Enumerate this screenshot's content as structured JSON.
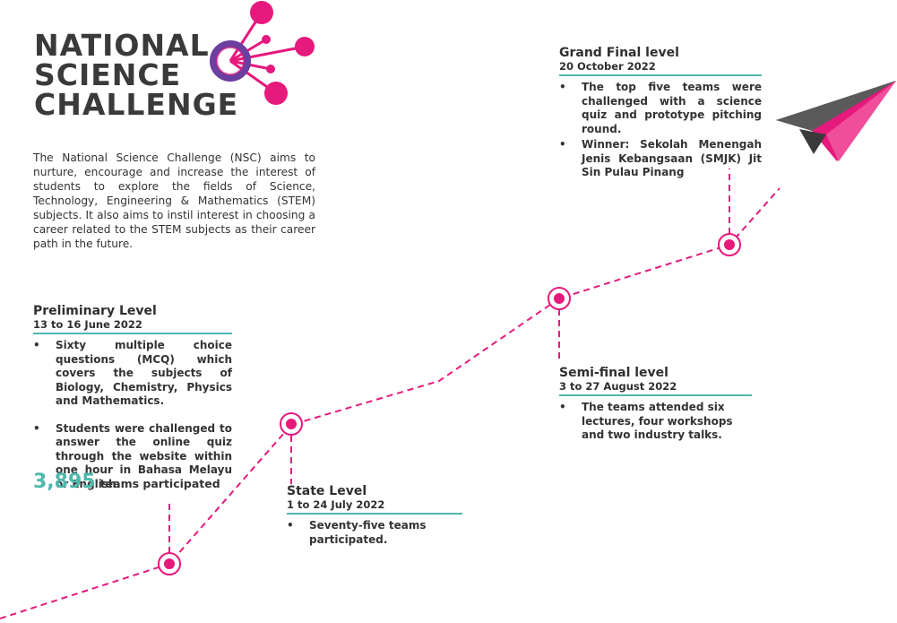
{
  "logo": {
    "line1": "NATIONAL",
    "line2": "SCIENCE",
    "line3": "CHALLENGE",
    "colors": {
      "text": "#3a3a3a",
      "magenta": "#e6197c",
      "purple": "#6a3fa0"
    }
  },
  "intro": "The National Science Challenge (NSC) aims to nurture, encourage and increase the interest of students to explore the fields of Science, Technology, Engineering & Mathematics (STEM) subjects. It also aims to instil interest in choosing a career related to the STEM subjects as their career path in the future.",
  "stages": {
    "preliminary": {
      "title": "Preliminary Level",
      "date": "13 to 16 June 2022",
      "bullets": [
        "Sixty multiple choice questions (MCQ) which covers the subjects of Biology, Chemistry, Physics and Mathematics.",
        "Students were challenged to answer the online quiz through the website within one hour in Bahasa Melayu or English."
      ],
      "stat_value": "3,895",
      "stat_label": "teams participated"
    },
    "state": {
      "title": "State Level",
      "date": "1 to 24 July 2022",
      "bullets": [
        "Seventy-five teams participated."
      ]
    },
    "semi": {
      "title": "Semi-final level",
      "date": "3 to 27 August 2022",
      "bullets": [
        "The teams attended six lectures, four workshops and two industry talks."
      ]
    },
    "grand": {
      "title": "Grand Final level",
      "date": "20 October 2022",
      "bullets": [
        "The top five teams were challenged with a science quiz and prototype pitching round.",
        "Winner: Sekolah Menengah Jenis Kebangsaan (SMJK) Jit Sin Pulau Pinang"
      ]
    }
  },
  "bullet_char": "•",
  "colors": {
    "accent": "#e6197c",
    "teal": "#4fb7ac",
    "plane_pink": "#e6197c",
    "plane_dark": "#4a4a4a"
  },
  "icons": {
    "plane": "paper-plane-icon",
    "molecule": "molecule-icon"
  }
}
